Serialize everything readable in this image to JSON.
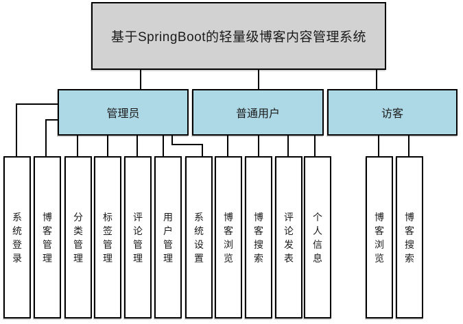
{
  "root": {
    "label": "基于SpringBoot的轻量级博客内容管理系统"
  },
  "roles": [
    {
      "label": "管理员",
      "children": [
        "系统登录",
        "博客管理",
        "分类管理",
        "标签管理",
        "评论管理",
        "用户管理",
        "系统设置"
      ]
    },
    {
      "label": "普通用户",
      "children": [
        "博客浏览",
        "博客搜索",
        "评论发表",
        "个人信息"
      ]
    },
    {
      "label": "访客",
      "children": [
        "博客浏览",
        "博客搜索"
      ]
    }
  ],
  "colors": {
    "root_fill": "#d2d2d2",
    "role_fill": "#add8e6",
    "leaf_fill": "#ffffff",
    "border": "#000000",
    "line": "#000000",
    "background": "#ffffff"
  }
}
